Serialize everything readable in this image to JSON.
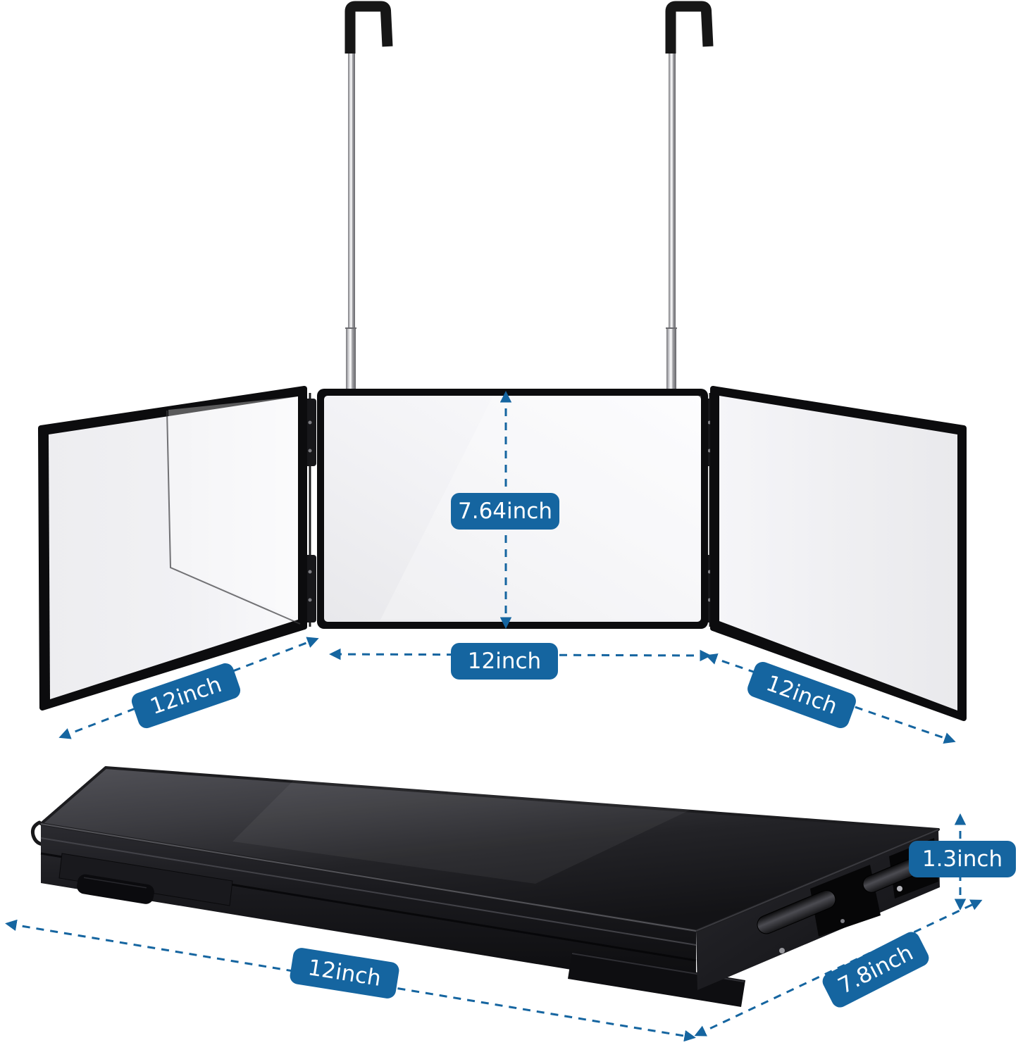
{
  "page": {
    "background_color": "#ffffff",
    "accent_color": "#1565a0",
    "label_text_color": "#ffffff"
  },
  "annotations": {
    "center_panel_height": "7.64inch",
    "center_panel_width": "12inch",
    "left_panel_width": "12inch",
    "right_panel_width": "12inch",
    "case_length": "12inch",
    "case_thickness": "1.3inch",
    "case_depth": "7.8inch"
  }
}
